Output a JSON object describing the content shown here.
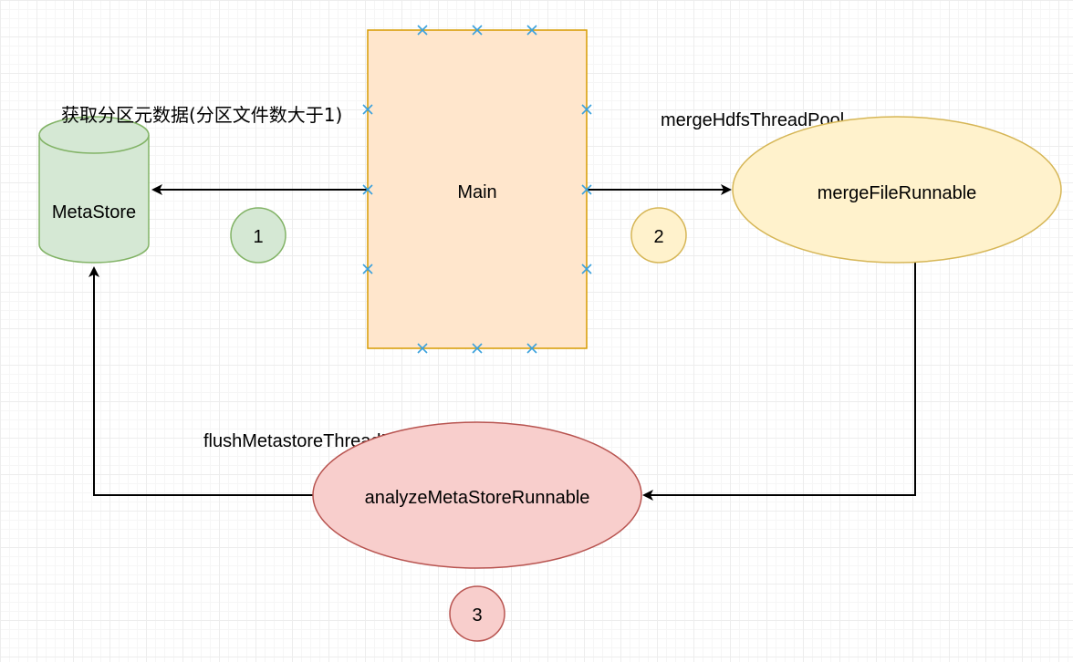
{
  "nodes": {
    "metastore": {
      "label": "MetaStore",
      "fill": "#d5e8d4",
      "stroke": "#82b366"
    },
    "main": {
      "label": "Main",
      "fill": "#ffe6cc",
      "stroke": "#d79b00"
    },
    "merge_runnable": {
      "label": "mergeFileRunnable",
      "pool_label": "mergeHdfsThreadPool",
      "fill": "#fff2cc",
      "stroke": "#d6b656"
    },
    "analyze_runnable": {
      "label": "analyzeMetaStoreRunnable",
      "pool_label": "flushMetastoreThreadPool",
      "fill": "#f8cecc",
      "stroke": "#b85450"
    }
  },
  "annotations": {
    "fetch_partition_meta": "获取分区元数据(分区文件数大于1)"
  },
  "steps": [
    {
      "number": "1",
      "fill": "#d5e8d4",
      "stroke": "#82b366"
    },
    {
      "number": "2",
      "fill": "#fff2cc",
      "stroke": "#d6b656"
    },
    {
      "number": "3",
      "fill": "#f8cecc",
      "stroke": "#b85450"
    }
  ],
  "edges": [
    {
      "from": "Main",
      "to": "MetaStore"
    },
    {
      "from": "Main",
      "to": "mergeFileRunnable"
    },
    {
      "from": "mergeFileRunnable",
      "to": "analyzeMetaStoreRunnable"
    },
    {
      "from": "analyzeMetaStoreRunnable",
      "to": "MetaStore"
    }
  ]
}
